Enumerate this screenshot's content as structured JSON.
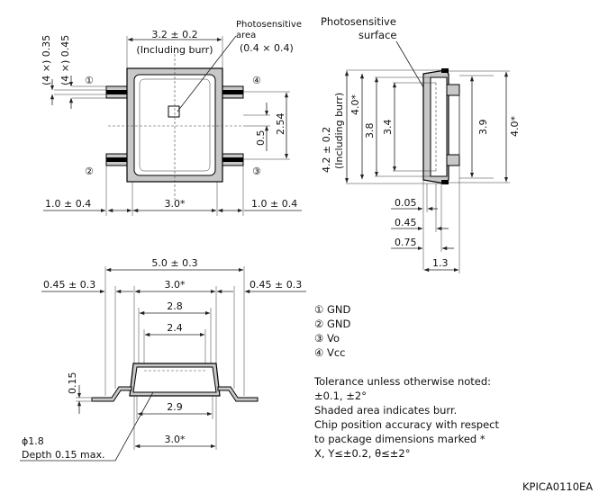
{
  "top_view": {
    "width_dim": "3.2 ± 0.2",
    "width_note": "(Including burr)",
    "photo_label_1": "Photosensitive",
    "photo_label_2": "area",
    "photo_size": "(0.4 × 0.4)",
    "lead_width_1": "(4 ×) 0.35",
    "lead_width_2": "(4 ×) 0.45",
    "pin1": "①",
    "pin2": "②",
    "pin3": "③",
    "pin4": "④",
    "pitch": "2.54",
    "lead_len_v": "0.5",
    "left_offset": "1.0 ± 0.4",
    "body_width": "3.0*",
    "right_offset": "1.0 ± 0.4"
  },
  "side_view": {
    "surface_label_1": "Photosensitive",
    "surface_label_2": "surface",
    "height_dim": "4.2 ± 0.2",
    "height_note": "(Including burr)",
    "h1": "4.0*",
    "h2": "3.8",
    "h3": "3.4",
    "h4": "3.9",
    "h5": "4.0*",
    "d1": "0.05",
    "d2": "0.45",
    "d3": "0.75",
    "d4": "1.3"
  },
  "front_view": {
    "overall": "5.0 ± 0.3",
    "left_lead": "0.45 ± 0.3",
    "body_top": "3.0*",
    "right_lead": "0.45 ± 0.3",
    "w1": "2.8",
    "w2": "2.4",
    "thickness": "0.15",
    "w3": "2.9",
    "body_bottom": "3.0*",
    "hole_dia": "ϕ1.8",
    "hole_depth": "Depth 0.15 max."
  },
  "pins": [
    "① GND",
    "② GND",
    "③ Vo",
    "④ Vcc"
  ],
  "notes": [
    "Tolerance unless otherwise noted:",
    "±0.1, ±2°",
    "Shaded area indicates burr.",
    "Chip position accuracy with respect",
    "to package dimensions marked *",
    "X, Y≤±0.2, θ≤±2°"
  ],
  "doc_code": "KPICA0110EA"
}
